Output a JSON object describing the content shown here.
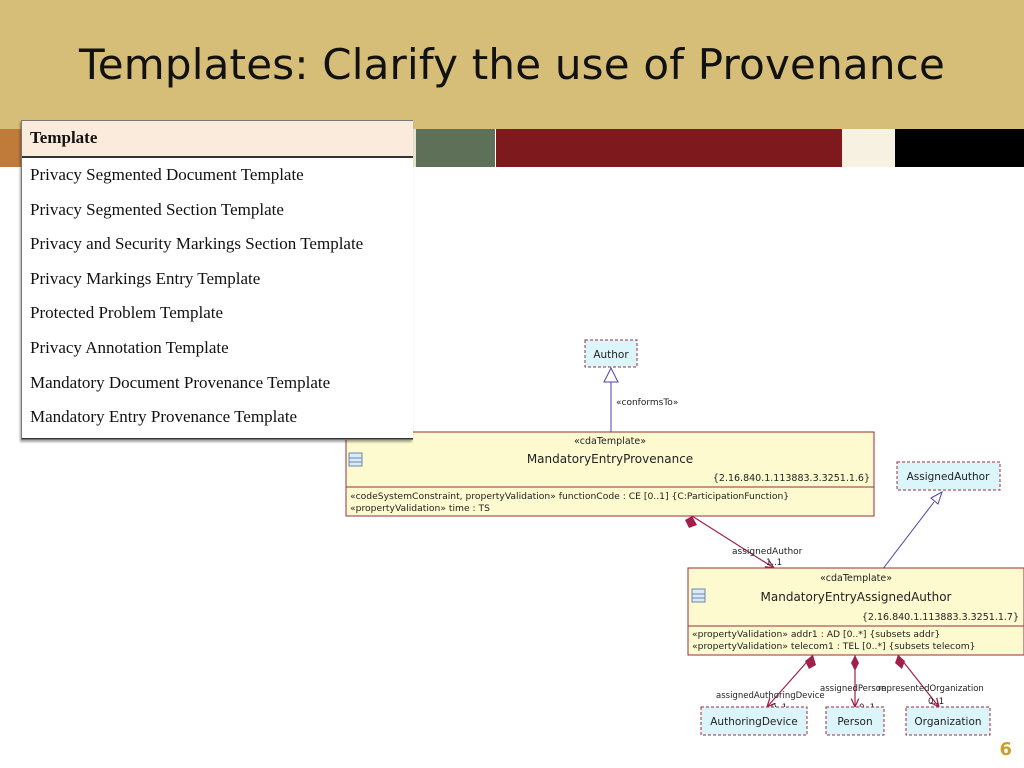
{
  "slide": {
    "title": "Templates: Clarify the use of Provenance",
    "number": "6"
  },
  "colors": {
    "header_bg": "#d7be78",
    "band_orange": "#c07a3a",
    "band_gray": "#e8e3d1",
    "band_olive": "#5f7058",
    "band_red": "#7e1a1d",
    "band_light": "#f6f1e0",
    "band_black": "#000000",
    "class_fill": "#fdfad0",
    "class_border": "#9b2d3b",
    "ref_fill": "#dcf5fb",
    "association": "#a0204a",
    "generalization": "#4a46a8"
  },
  "template_table": {
    "header": "Template",
    "rows": [
      "Privacy Segmented Document Template",
      "Privacy Segmented Section Template",
      "Privacy and Security Markings Section Template",
      "Privacy Markings Entry Template",
      "Protected Problem Template",
      "Privacy Annotation Template",
      "Mandatory Document Provenance Template",
      "Mandatory Entry Provenance Template"
    ]
  },
  "diagram": {
    "author": {
      "label": "Author"
    },
    "conforms_to": "«conformsTo»",
    "provenance": {
      "stereotype": "«cdaTemplate»",
      "name": "MandatoryEntryProvenance",
      "oid": "{2.16.840.1.113883.3.3251.1.6}",
      "attr1": "«codeSystemConstraint, propertyValidation» functionCode : CE [0..1] {C:ParticipationFunction}",
      "attr2": "«propertyValidation» time : TS"
    },
    "assigned_author_ref": {
      "label": "AssignedAuthor"
    },
    "assoc_assigned_author": {
      "role": "assignedAuthor",
      "multiplicity": "1..1"
    },
    "assigned": {
      "stereotype": "«cdaTemplate»",
      "name": "MandatoryEntryAssignedAuthor",
      "oid": "{2.16.840.1.113883.3.3251.1.7}",
      "attr1": "«propertyValidation» addr1 : AD [0..*] {subsets addr}",
      "attr2": "«propertyValidation» telecom1 : TEL [0..*] {subsets telecom}"
    },
    "assoc_device": {
      "role": "assignedAuthoringDevice",
      "multiplicity": "0..1"
    },
    "assoc_person": {
      "role": "assignedPerson",
      "multiplicity": "0..1"
    },
    "assoc_org": {
      "role": "representedOrganization",
      "multiplicity": "0..1"
    },
    "authoring_device": {
      "label": "AuthoringDevice"
    },
    "person": {
      "label": "Person"
    },
    "organization": {
      "label": "Organization"
    }
  }
}
